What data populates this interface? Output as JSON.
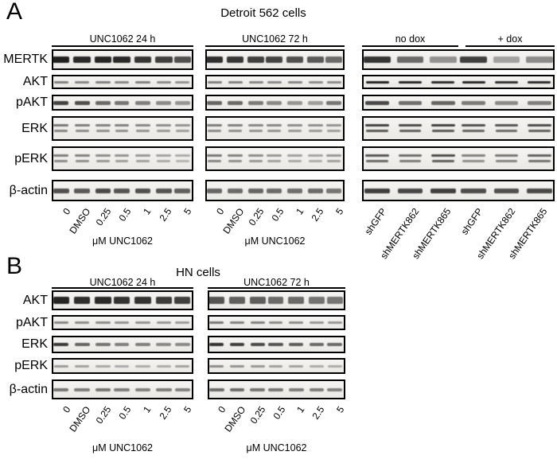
{
  "figure": {
    "panels": [
      {
        "label": "A",
        "title": "Detroit 562 cells",
        "rows": [
          "MERTK",
          "AKT",
          "pAKT",
          "ERK",
          "pERK",
          "β-actin"
        ],
        "groups": [
          {
            "header": "UNC1062 24 h",
            "xlabel": "μM UNC1062",
            "lanes": [
              "0",
              "DMSO",
              "0.25",
              "0.5",
              "1",
              "2.5",
              "5"
            ],
            "bands": [
              [
                0.95,
                0.9,
                0.92,
                0.9,
                0.85,
                0.8,
                0.72
              ],
              [
                0.5,
                0.48,
                0.5,
                0.47,
                0.5,
                0.45,
                0.42
              ],
              [
                0.78,
                0.72,
                0.6,
                0.55,
                0.5,
                0.45,
                0.4
              ],
              [
                0.55,
                0.52,
                0.5,
                0.5,
                0.48,
                0.45,
                0.42
              ],
              [
                0.52,
                0.5,
                0.45,
                0.42,
                0.4,
                0.35,
                0.3
              ],
              [
                0.72,
                0.68,
                0.75,
                0.7,
                0.72,
                0.7,
                0.65
              ]
            ]
          },
          {
            "header": "UNC1062 72 h",
            "xlabel": "μM UNC1062",
            "lanes": [
              "0",
              "DMSO",
              "0.25",
              "0.5",
              "1",
              "2.5",
              "5"
            ],
            "bands": [
              [
                0.88,
                0.84,
                0.8,
                0.78,
                0.72,
                0.68,
                0.6
              ],
              [
                0.5,
                0.5,
                0.48,
                0.46,
                0.48,
                0.45,
                0.45
              ],
              [
                0.62,
                0.6,
                0.52,
                0.46,
                0.4,
                0.36,
                0.55
              ],
              [
                0.52,
                0.5,
                0.48,
                0.48,
                0.45,
                0.44,
                0.42
              ],
              [
                0.55,
                0.5,
                0.45,
                0.4,
                0.36,
                0.34,
                0.4
              ],
              [
                0.62,
                0.6,
                0.62,
                0.6,
                0.58,
                0.6,
                0.55
              ]
            ]
          },
          {
            "headers": [
              "no dox",
              "+ dox"
            ],
            "lanes": [
              "shGFP",
              "shMERTK862",
              "shMERTK865",
              "shGFP",
              "shMERTK862",
              "shMERTK865"
            ],
            "bands": [
              [
                0.85,
                0.6,
                0.42,
                0.8,
                0.35,
                0.45
              ],
              [
                0.95,
                0.92,
                0.9,
                0.92,
                0.88,
                0.9
              ],
              [
                0.75,
                0.58,
                0.62,
                0.52,
                0.45,
                0.5
              ],
              [
                0.8,
                0.76,
                0.8,
                0.74,
                0.7,
                0.75
              ],
              [
                0.7,
                0.6,
                0.75,
                0.5,
                0.55,
                0.65
              ],
              [
                0.8,
                0.76,
                0.8,
                0.74,
                0.72,
                0.75
              ]
            ]
          }
        ]
      },
      {
        "label": "B",
        "title": "HN cells",
        "rows": [
          "AKT",
          "pAKT",
          "ERK",
          "pERK",
          "β-actin"
        ],
        "groups": [
          {
            "header": "UNC1062 24 h",
            "xlabel": "μM UNC1062",
            "lanes": [
              "0",
              "DMSO",
              "0.25",
              "0.5",
              "1",
              "2.5",
              "5"
            ],
            "bands": [
              [
                0.92,
                0.88,
                0.9,
                0.86,
                0.86,
                0.82,
                0.8
              ],
              [
                0.48,
                0.45,
                0.45,
                0.42,
                0.42,
                0.4,
                0.38
              ],
              [
                0.82,
                0.62,
                0.55,
                0.5,
                0.5,
                0.46,
                0.45
              ],
              [
                0.38,
                0.35,
                0.32,
                0.3,
                0.3,
                0.3,
                0.35
              ],
              [
                0.55,
                0.52,
                0.55,
                0.52,
                0.5,
                0.52,
                0.5
              ]
            ]
          },
          {
            "header": "UNC1062 72 h",
            "xlabel": "μM UNC1062",
            "lanes": [
              "0",
              "DMSO",
              "0.25",
              "0.5",
              "1",
              "2.5",
              "5"
            ],
            "bands": [
              [
                0.7,
                0.65,
                0.66,
                0.6,
                0.6,
                0.56,
                0.55
              ],
              [
                0.55,
                0.5,
                0.5,
                0.46,
                0.45,
                0.4,
                0.4
              ],
              [
                0.85,
                0.8,
                0.75,
                0.7,
                0.66,
                0.6,
                0.6
              ],
              [
                0.45,
                0.42,
                0.4,
                0.36,
                0.35,
                0.3,
                0.3
              ],
              [
                0.6,
                0.6,
                0.56,
                0.55,
                0.52,
                0.52,
                0.5
              ]
            ]
          }
        ]
      }
    ]
  }
}
